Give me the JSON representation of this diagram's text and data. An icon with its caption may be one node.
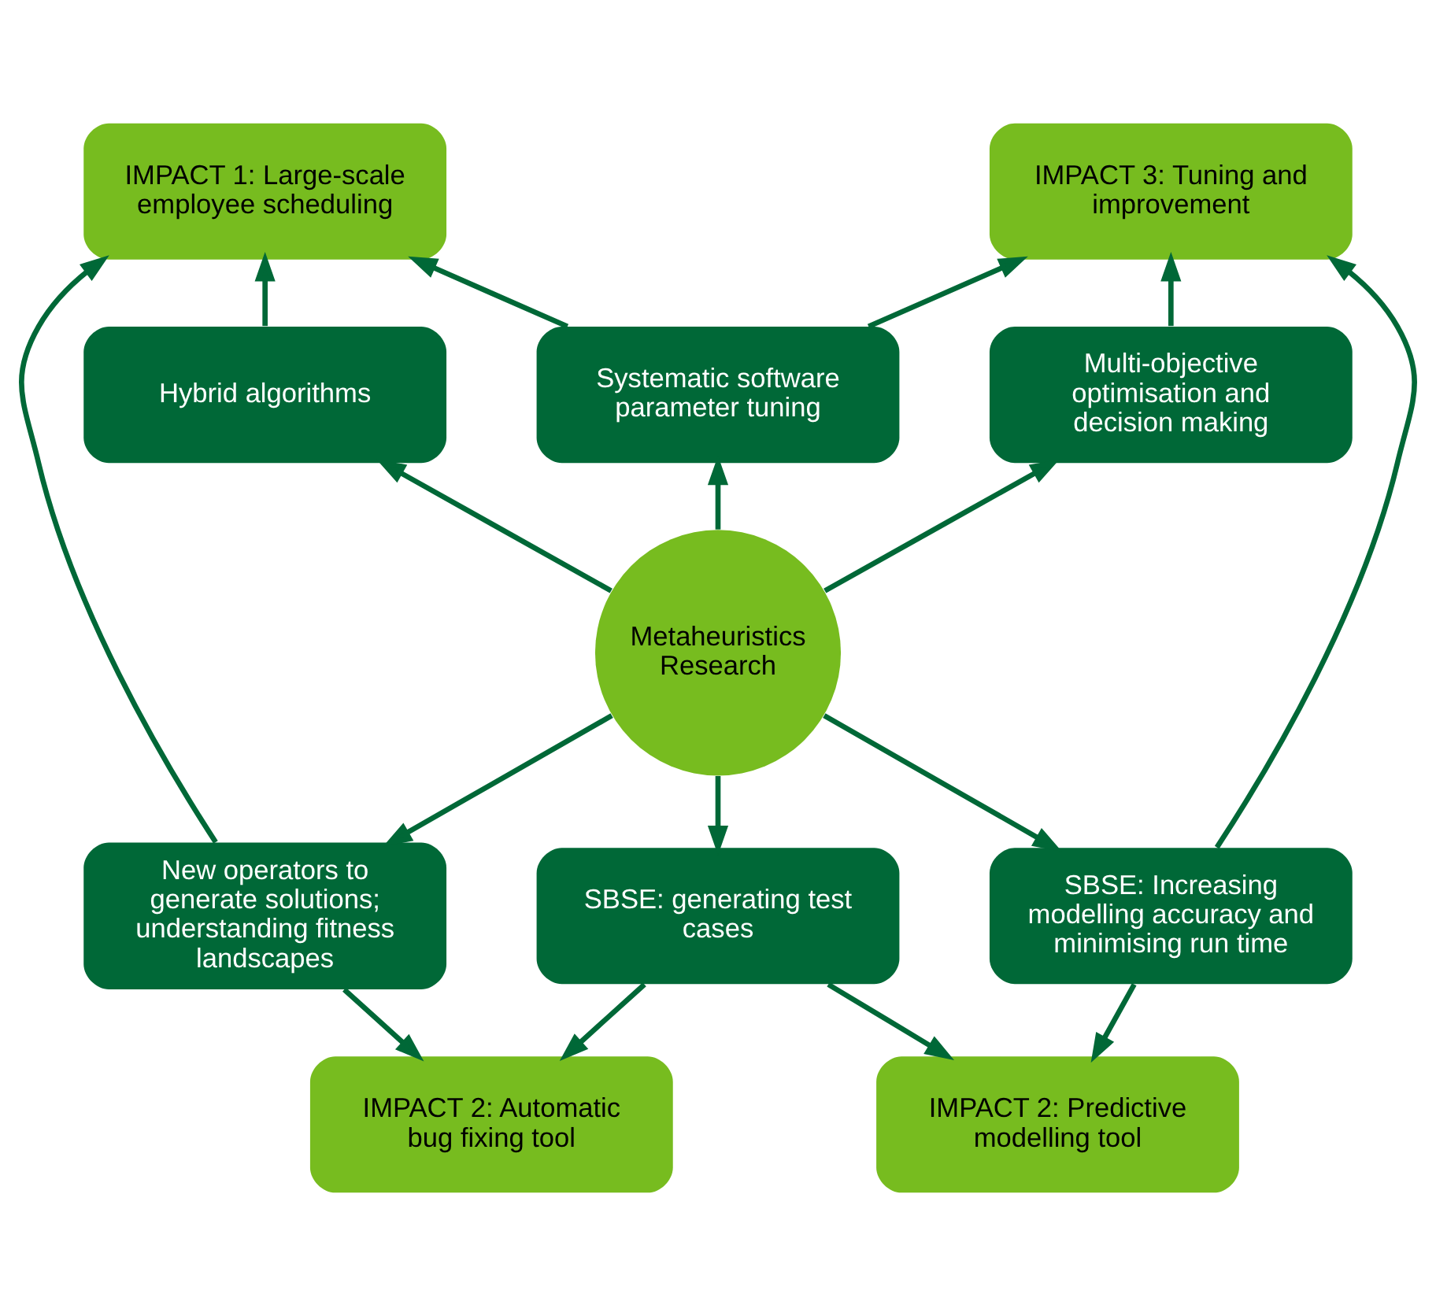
{
  "diagram": {
    "nodes": [
      {
        "text": [
          "IMPACT 1: Large-scale employee scheduling"
        ]
      },
      {
        "text": [
          "IMPACT 3: Tuning and improvement"
        ]
      },
      {
        "text": [
          "Systematic software parameter tuning"
        ]
      },
      {
        "text": [
          "Hybrid algorithms"
        ]
      },
      {
        "text": [
          "Multi-objective optimisation and decision making"
        ]
      },
      {
        "text": [
          "Metaheuristics Research"
        ]
      },
      {
        "text": [
          "New operators to generate solutions; understanding fitness landscapes"
        ]
      },
      {
        "text": [
          "SBSE: Increasing modelling accuracy and minimising run time"
        ]
      },
      {
        "text": [
          "SBSE: generating test cases"
        ]
      },
      {
        "text": [
          "IMPACT 2: Automatic bug fixing tool"
        ]
      },
      {
        "text": [
          "IMPACT 2: Predictive modelling tool"
        ]
      }
    ],
    "edges": [
      {
        "from": 5,
        "to": 2,
        "arrow": "to"
      },
      {
        "from": 5,
        "to": 3,
        "arrow": "to"
      },
      {
        "from": 5,
        "to": 4,
        "arrow": "to"
      },
      {
        "from": 5,
        "to": 6,
        "arrow": "to"
      },
      {
        "from": 5,
        "to": 7,
        "arrow": "to"
      },
      {
        "from": 5,
        "to": 8,
        "arrow": "to"
      },
      {
        "from": 2,
        "to": 0,
        "arrow": "to"
      },
      {
        "from": 2,
        "to": 1,
        "arrow": "to"
      },
      {
        "from": 3,
        "to": 0,
        "arrow": "to"
      },
      {
        "from": 4,
        "to": 1,
        "arrow": "to"
      },
      {
        "from": 6,
        "to": 0,
        "arrow": "to"
      },
      {
        "from": 7,
        "to": 1,
        "arrow": "to"
      },
      {
        "from": 6,
        "to": 9,
        "arrow": "to"
      },
      {
        "from": 8,
        "to": 9,
        "arrow": "to"
      },
      {
        "from": 8,
        "to": 10,
        "arrow": "to"
      },
      {
        "from": 7,
        "to": 10,
        "arrow": "to"
      }
    ]
  }
}
